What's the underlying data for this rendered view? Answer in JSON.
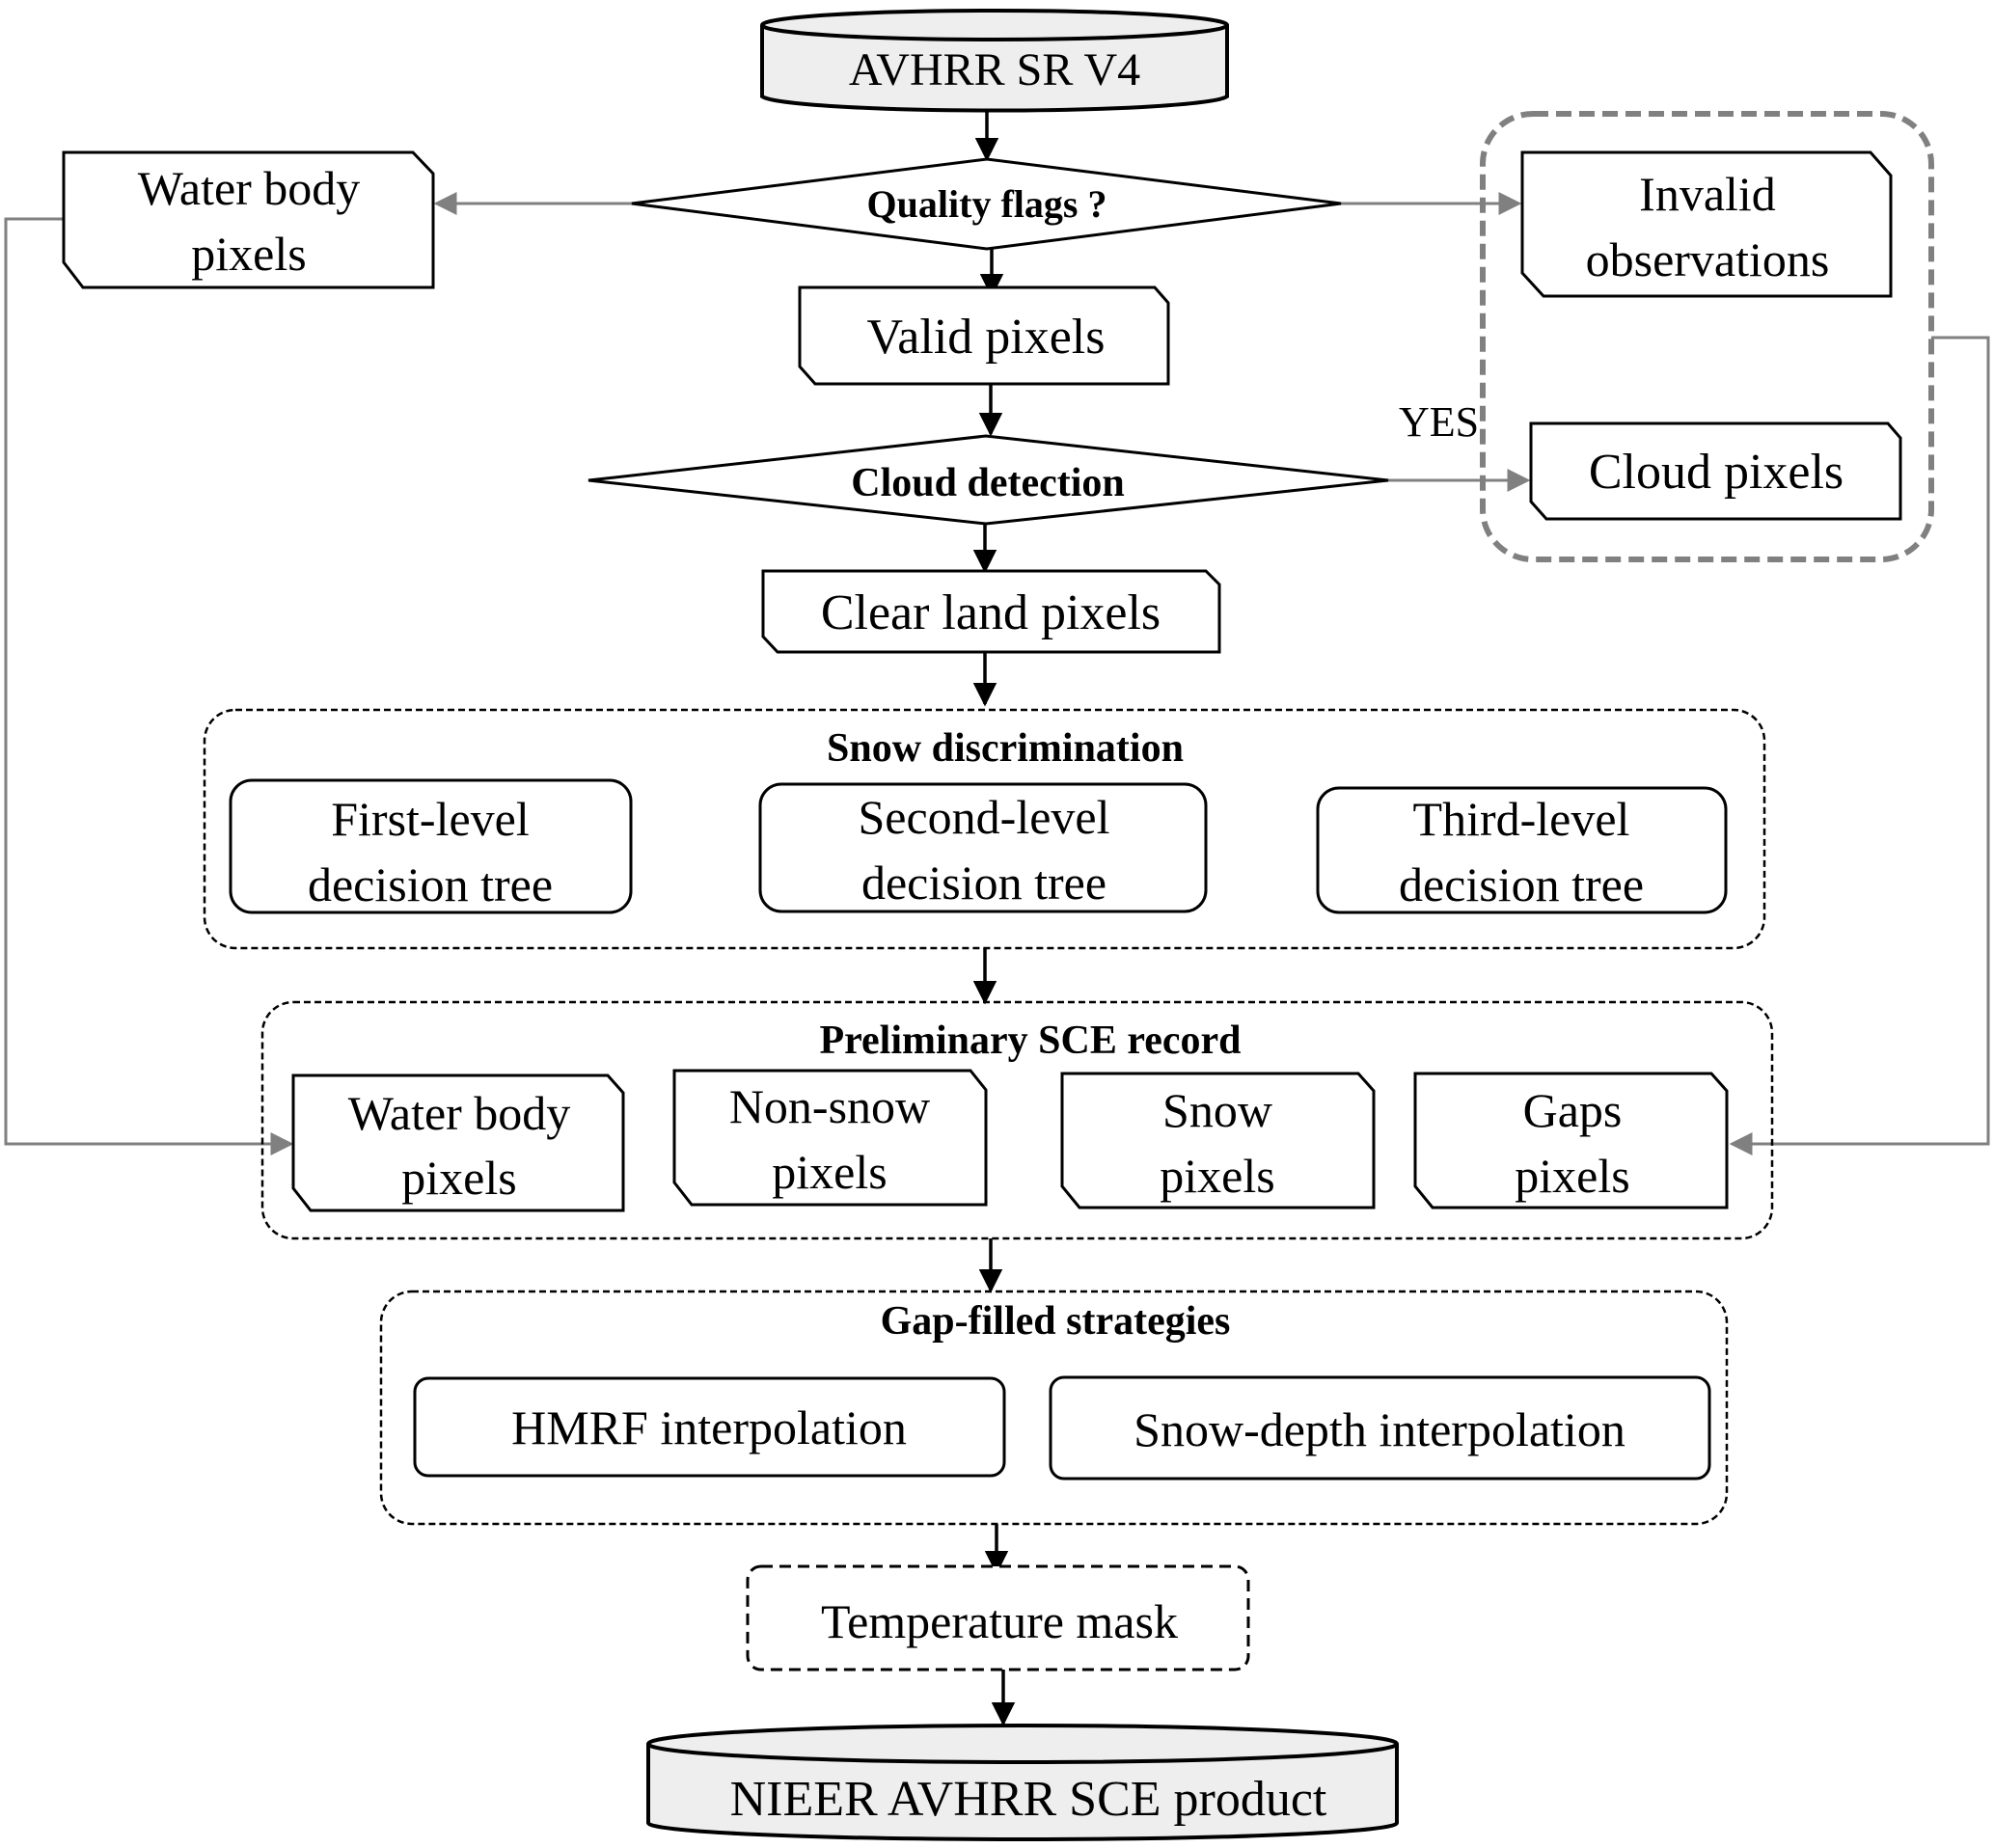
{
  "diagram": {
    "source": "AVHRR SR V4",
    "quality_decision": "Quality flags ?",
    "water_body_top": [
      "Water body",
      "pixels"
    ],
    "invalid_observations": [
      "Invalid",
      "observations"
    ],
    "valid_pixels": "Valid pixels",
    "cloud_decision": "Cloud detection",
    "yes_label": "YES",
    "cloud_pixels": "Cloud pixels",
    "clear_land": "Clear land pixels",
    "snow_discrimination": {
      "title": "Snow discrimination",
      "trees": [
        [
          "First-level",
          "decision tree"
        ],
        [
          "Second-level",
          "decision tree"
        ],
        [
          "Third-level",
          "decision tree"
        ]
      ]
    },
    "preliminary": {
      "title": "Preliminary SCE record",
      "items": [
        [
          "Water body",
          "pixels"
        ],
        [
          "Non-snow",
          "pixels"
        ],
        [
          "Snow",
          "pixels"
        ],
        [
          "Gaps",
          "pixels"
        ]
      ]
    },
    "gap_filled": {
      "title": "Gap-filled strategies",
      "items": [
        "HMRF interpolation",
        "Snow-depth interpolation"
      ]
    },
    "temperature_mask": "Temperature mask",
    "product": "NIEER AVHRR SCE product"
  }
}
